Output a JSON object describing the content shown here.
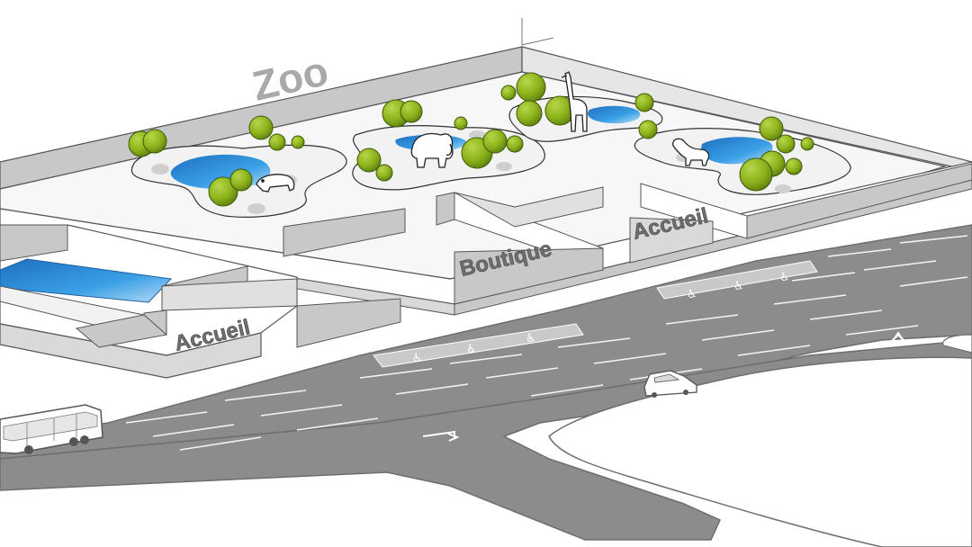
{
  "title": "Zoo",
  "labels": {
    "boutique": "Boutique",
    "accueil_right": "Accueil",
    "accueil_left": "Accueil"
  },
  "icons": {
    "disabled_parking": "wheelchair-icon",
    "bus": "bus-icon",
    "car": "car-icon",
    "arrow": "arrow-icon",
    "animals": [
      "hippo-icon",
      "elephant-icon",
      "giraffe-icon",
      "dog-icon"
    ]
  },
  "colors": {
    "road": "#8c8c8c",
    "road_edge": "#7a7a7a",
    "wall_top": "#f7f7f7",
    "wall_side": "#c8c8c8",
    "water": "#2f8fd8",
    "tree": "#8cb21a",
    "tree_dark": "#5f8010",
    "shadow": "#cfcfcf"
  }
}
